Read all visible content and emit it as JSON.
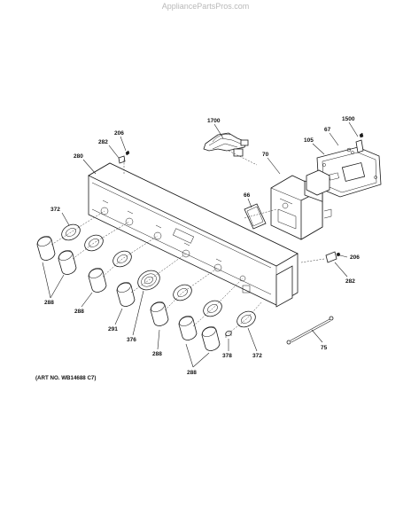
{
  "watermark": "AppliancePartsPros.com",
  "art_number": "(ART NO. WB14688 C7)",
  "parts": {
    "p1700": "1700",
    "p1500": "1500",
    "p67": "67",
    "p105": "105",
    "p70": "70",
    "p206a": "206",
    "p282a": "282",
    "p280": "280",
    "p66": "66",
    "p372a": "372",
    "p288a": "288",
    "p288b": "288",
    "p291": "291",
    "p376": "376",
    "p288c": "288",
    "p288d": "288",
    "p378": "378",
    "p372b": "372",
    "p206b": "206",
    "p282b": "282",
    "p75": "75"
  }
}
